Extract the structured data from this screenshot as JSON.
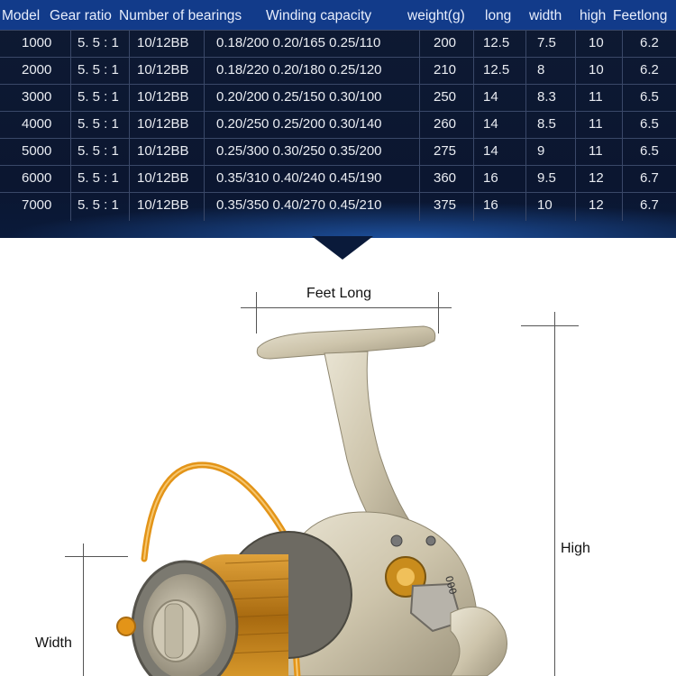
{
  "table": {
    "headers": [
      "Model",
      "Gear ratio",
      "Number of bearings",
      "Winding capacity",
      "weight(g)",
      "long",
      "width",
      "high",
      "Feetlong"
    ],
    "rows": [
      [
        "1000",
        "5. 5 : 1",
        "10/12BB",
        "0.18/200 0.20/165 0.25/110",
        "200",
        "12.5",
        "7.5",
        "10",
        "6.2"
      ],
      [
        "2000",
        "5. 5 : 1",
        "10/12BB",
        "0.18/220 0.20/180 0.25/120",
        "210",
        "12.5",
        "8",
        "10",
        "6.2"
      ],
      [
        "3000",
        "5. 5 : 1",
        "10/12BB",
        "0.20/200 0.25/150 0.30/100",
        "250",
        "14",
        "8.3",
        "11",
        "6.5"
      ],
      [
        "4000",
        "5. 5 : 1",
        "10/12BB",
        "0.20/250 0.25/200 0.30/140",
        "260",
        "14",
        "8.5",
        "11",
        "6.5"
      ],
      [
        "5000",
        "5. 5 : 1",
        "10/12BB",
        "0.25/300 0.30/250 0.35/200",
        "275",
        "14",
        "9",
        "11",
        "6.5"
      ],
      [
        "6000",
        "5. 5 : 1",
        "10/12BB",
        "0.35/310 0.40/240 0.45/190",
        "360",
        "16",
        "9.5",
        "12",
        "6.7"
      ],
      [
        "7000",
        "5. 5 : 1",
        "10/12BB",
        "0.35/350 0.40/270 0.45/210",
        "375",
        "16",
        "10",
        "12",
        "6.7"
      ]
    ]
  },
  "dimensions": {
    "feet_long": "Feet Long",
    "high": "High",
    "width": "Width"
  },
  "reel": {
    "model_mark": "000"
  },
  "colors": {
    "header_bg": "#123b8a",
    "panel_bg": "#0b1630",
    "reel_body": "#cfc6ad",
    "bail_arm": "#e89a1c",
    "spool_gold": "#c07a12"
  }
}
